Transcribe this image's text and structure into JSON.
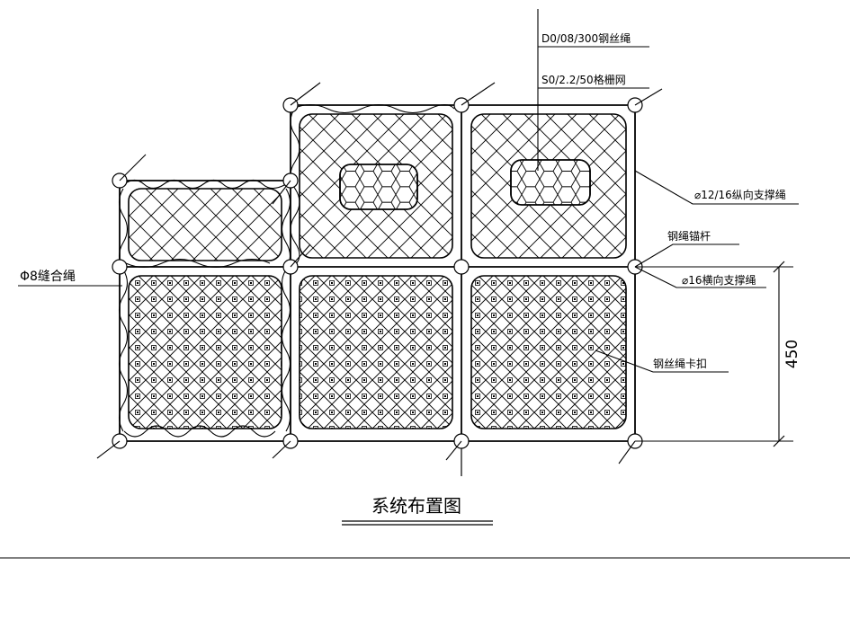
{
  "labels": {
    "wire_rope_net": "D0/08/300钢丝绳",
    "grid_net": "S0/2.2/50格栅网",
    "longitudinal_rope": "⌀12/16纵向支撑绳",
    "anchor": "钢绳锚杆",
    "transverse_rope": "⌀16横向支撑绳",
    "clip": "钢丝绳卡扣",
    "sewing_rope": "Φ8缝合绳",
    "dimension": "450",
    "title": "系统布置图"
  }
}
